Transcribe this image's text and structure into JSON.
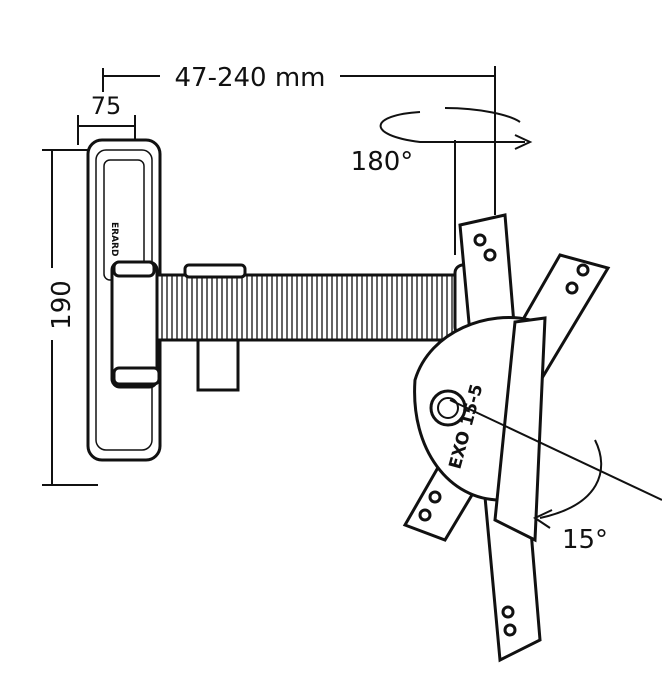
{
  "dimensions": {
    "reach": "47-240 mm",
    "plate_width": "75",
    "plate_height": "190",
    "swivel": "180°",
    "tilt": "15°"
  },
  "product": {
    "brand": "ERARD",
    "model_mark": "EXO 15-5"
  },
  "colors": {
    "line": "#111111",
    "background": "#ffffff"
  }
}
